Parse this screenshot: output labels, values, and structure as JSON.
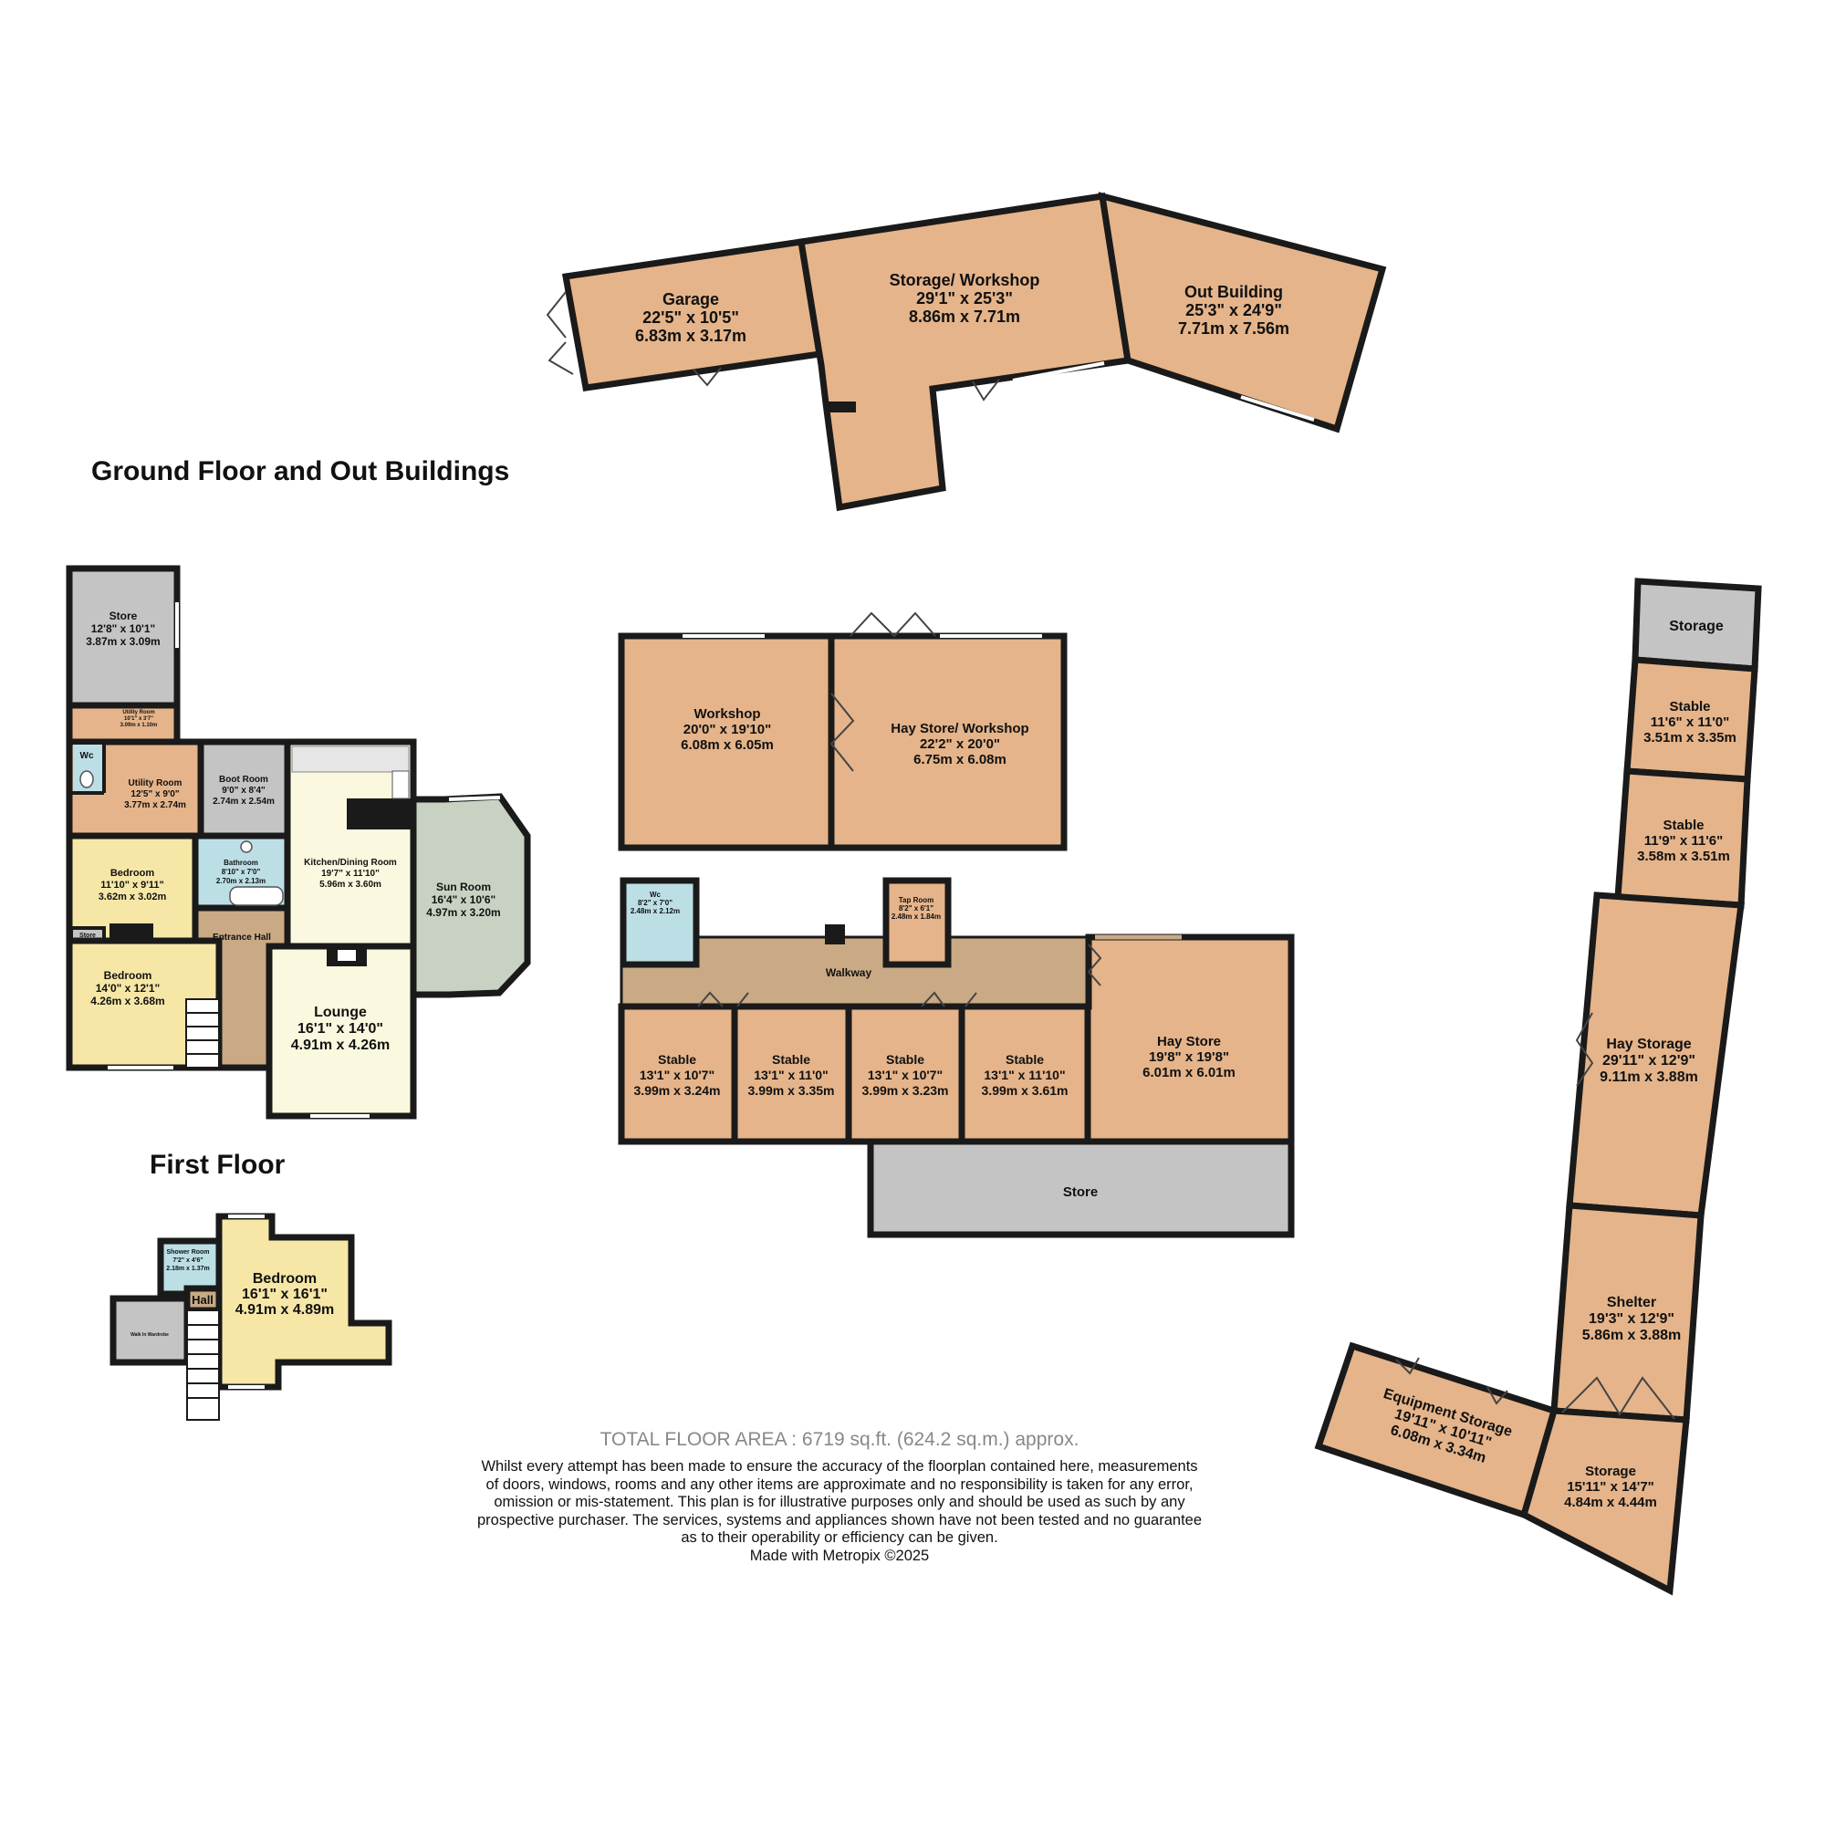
{
  "headings": {
    "ground": "Ground Floor and Out Buildings",
    "first": "First Floor"
  },
  "colors": {
    "outbuilding": "#e5b48a",
    "store_grey": "#c4c4c4",
    "bedroom_yellow": "#f6e7a6",
    "lounge_cream": "#faf8de",
    "sunroom_green": "#c9d2c2",
    "bathroom_blue": "#bcdfe6",
    "walkway_tan": "#c9aa85",
    "wall": "#1a1a1a"
  },
  "rooms": {
    "garage": {
      "name": "Garage",
      "imp": "22'5\" x 10'5\"",
      "met": "6.83m x 3.17m"
    },
    "storage_workshop": {
      "name": "Storage/ Workshop",
      "imp": "29'1\" x 25'3\"",
      "met": "8.86m x 7.71m"
    },
    "out_building": {
      "name": "Out Building",
      "imp": "25'3\" x 24'9\"",
      "met": "7.71m x 7.56m"
    },
    "store_main": {
      "name": "Store",
      "imp": "12'8\" x 10'1\"",
      "met": "3.87m x 3.09m"
    },
    "utility_small": {
      "name": "Utility Room",
      "imp": "10'1\" x 3'7\"",
      "met": "3.09m x 1.10m"
    },
    "wc_house": {
      "name": "Wc"
    },
    "utility_room": {
      "name": "Utility Room",
      "imp": "12'5\" x 9'0\"",
      "met": "3.77m x 2.74m"
    },
    "boot_room": {
      "name": "Boot Room",
      "imp": "9'0\" x 8'4\"",
      "met": "2.74m x 2.54m"
    },
    "kitchen": {
      "name": "Kitchen/Dining Room",
      "imp": "19'7\" x 11'10\"",
      "met": "5.96m x 3.60m"
    },
    "sun_room": {
      "name": "Sun Room",
      "imp": "16'4\" x 10'6\"",
      "met": "4.97m x 3.20m"
    },
    "bedroom_1": {
      "name": "Bedroom",
      "imp": "11'10\" x 9'11\"",
      "met": "3.62m x 3.02m"
    },
    "bathroom": {
      "name": "Bathroom",
      "imp": "8'10\" x 7'0\"",
      "met": "2.70m x 2.13m"
    },
    "store_small": {
      "name": "Store"
    },
    "entrance_hall": {
      "name": "Entrance Hall"
    },
    "bedroom_2": {
      "name": "Bedroom",
      "imp": "14'0\" x 12'1\"",
      "met": "4.26m x 3.68m"
    },
    "lounge": {
      "name": "Lounge",
      "imp": "16'1\" x 14'0\"",
      "met": "4.91m x 4.26m"
    },
    "workshop": {
      "name": "Workshop",
      "imp": "20'0\" x 19'10\"",
      "met": "6.08m x 6.05m"
    },
    "hay_store_workshop": {
      "name": "Hay Store/ Workshop",
      "imp": "22'2\" x 20'0\"",
      "met": "6.75m x 6.08m"
    },
    "wc_yard": {
      "name": "Wc",
      "imp": "8'2\" x 7'0\"",
      "met": "2.48m x 2.12m"
    },
    "tap_room": {
      "name": "Tap Room",
      "imp": "8'2\" x 6'1\"",
      "met": "2.48m x 1.84m"
    },
    "walkway": {
      "name": "Walkway"
    },
    "stable_a": {
      "name": "Stable",
      "imp": "13'1\" x 10'7\"",
      "met": "3.99m x 3.24m"
    },
    "stable_b": {
      "name": "Stable",
      "imp": "13'1\" x 11'0\"",
      "met": "3.99m x 3.35m"
    },
    "stable_c": {
      "name": "Stable",
      "imp": "13'1\" x 10'7\"",
      "met": "3.99m x 3.23m"
    },
    "stable_d": {
      "name": "Stable",
      "imp": "13'1\" x 11'10\"",
      "met": "3.99m x 3.61m"
    },
    "hay_store": {
      "name": "Hay Store",
      "imp": "19'8\" x 19'8\"",
      "met": "6.01m x 6.01m"
    },
    "store_long": {
      "name": "Store"
    },
    "storage_top": {
      "name": "Storage"
    },
    "stable_e": {
      "name": "Stable",
      "imp": "11'6\" x 11'0\"",
      "met": "3.51m x 3.35m"
    },
    "stable_f": {
      "name": "Stable",
      "imp": "11'9\" x 11'6\"",
      "met": "3.58m x 3.51m"
    },
    "hay_storage": {
      "name": "Hay Storage",
      "imp": "29'11\" x 12'9\"",
      "met": "9.11m x 3.88m"
    },
    "shelter": {
      "name": "Shelter",
      "imp": "19'3\" x 12'9\"",
      "met": "5.86m x 3.88m"
    },
    "equipment_storage": {
      "name": "Equipment Storage",
      "imp": "19'11\" x 10'11\"",
      "met": "6.08m x 3.34m"
    },
    "storage_bottom": {
      "name": "Storage",
      "imp": "15'11\" x 14'7\"",
      "met": "4.84m x 4.44m"
    },
    "shower_room": {
      "name": "Shower Room",
      "imp": "7'2\" x 4'6\"",
      "met": "2.18m x 1.37m"
    },
    "hall": {
      "name": "Hall"
    },
    "walk_in_wardrobe": {
      "name": "Walk In Wardrobe"
    },
    "bedroom_first": {
      "name": "Bedroom",
      "imp": "16'1\" x 16'1\"",
      "met": "4.91m x 4.89m"
    }
  },
  "footer": {
    "total": "TOTAL FLOOR AREA : 6719 sq.ft. (624.2 sq.m.) approx.",
    "disclaimer": [
      "Whilst every attempt has been made to ensure the accuracy of the floorplan contained here, measurements",
      "of doors, windows, rooms and any other items are approximate and no responsibility is taken for any error,",
      "omission or mis-statement. This plan is for illustrative purposes only and should be used as such by any",
      "prospective purchaser. The services, systems and appliances shown have not been tested and no guarantee",
      "as to their operability or efficiency can be given.",
      "Made with Metropix ©2025"
    ]
  }
}
